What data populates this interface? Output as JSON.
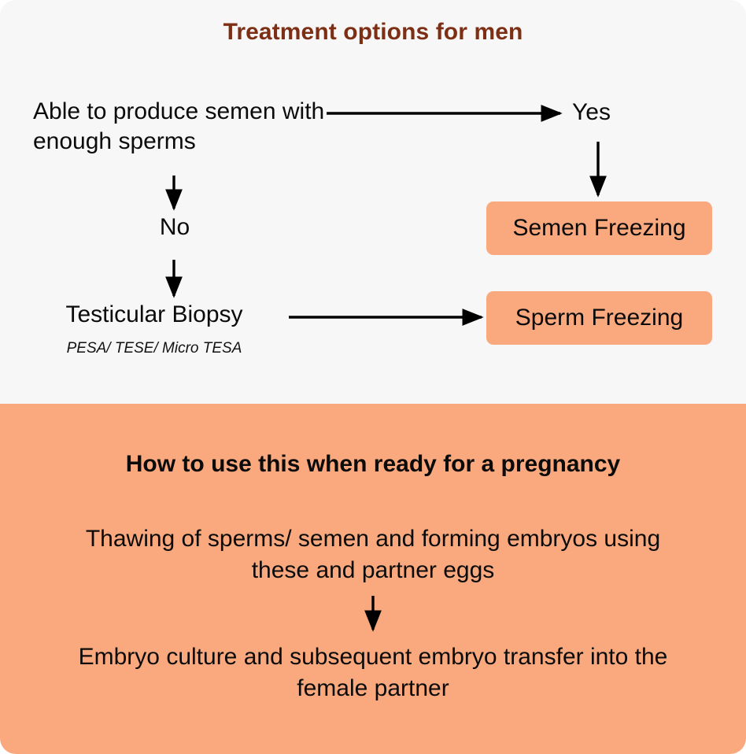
{
  "infographic": {
    "colors": {
      "panel_top_bg": "#f7f7f7",
      "panel_bottom_bg": "#faa97e",
      "box_bg": "#faa97e",
      "title": "#7c2f14",
      "text": "#0b0b0b",
      "arrow": "#000000"
    }
  },
  "top_panel": {
    "title": "Treatment options for men",
    "nodes": {
      "produce": "Able to produce semen with enough sperms",
      "yes": "Yes",
      "no": "No",
      "biopsy": "Testicular Biopsy",
      "biopsy_sub": "PESA/ TESE/ Micro TESA"
    },
    "results": {
      "semen_freezing": "Semen Freezing",
      "sperm_freezing": "Sperm Freezing"
    }
  },
  "bottom_panel": {
    "heading": "How to use this when ready for a pregnancy",
    "step1": "Thawing of sperms/ semen and forming embryos using these and partner eggs",
    "step2": "Embryo culture and subsequent embryo transfer into the female partner"
  }
}
